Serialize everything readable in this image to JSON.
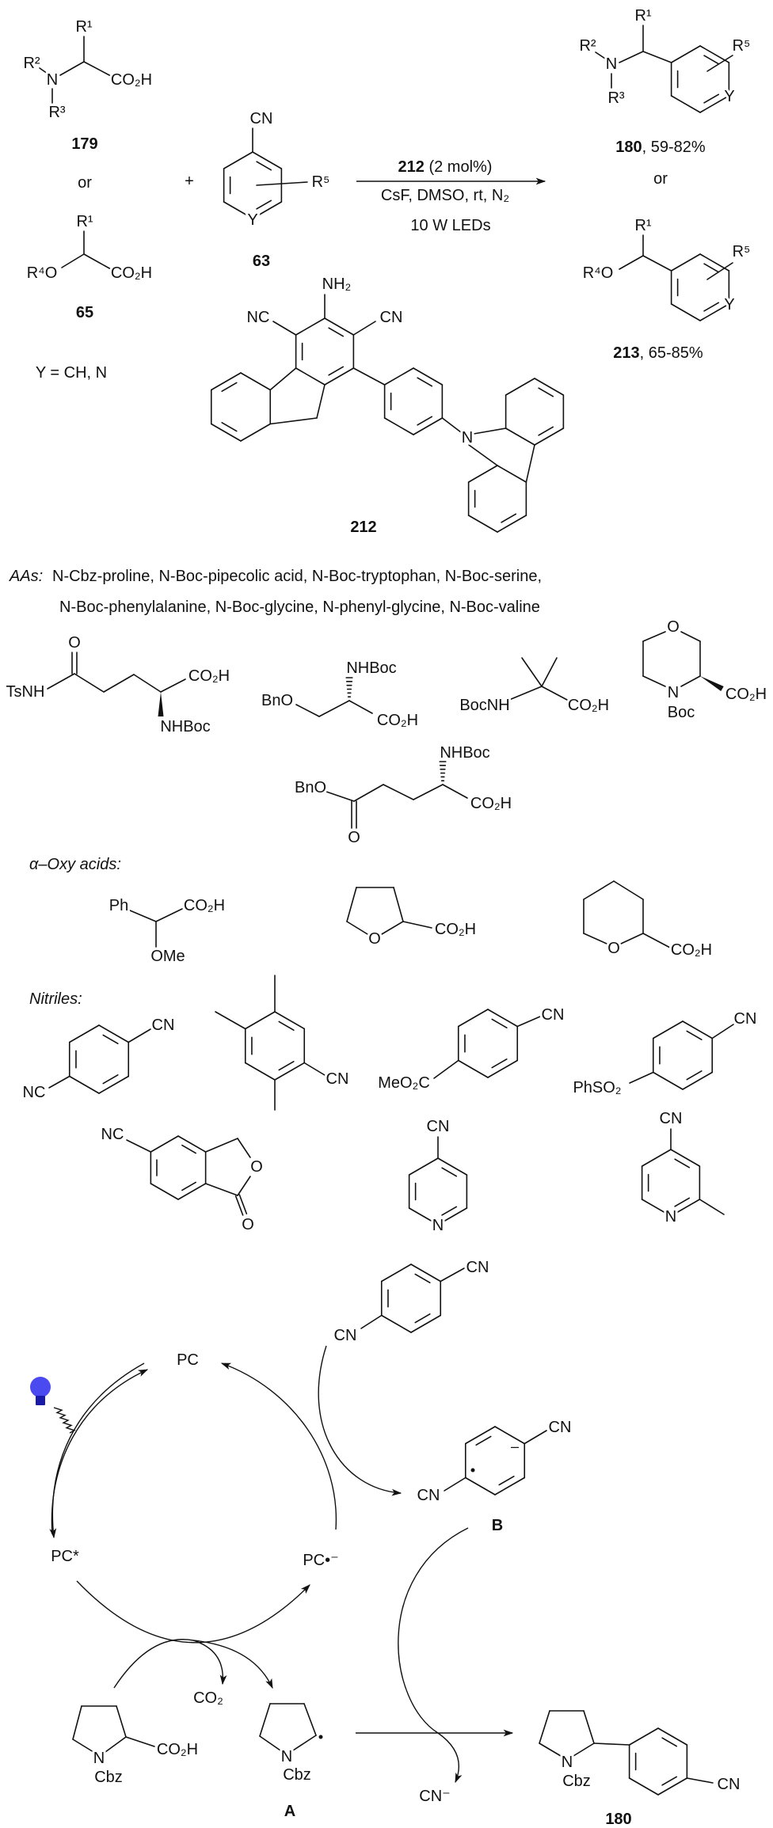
{
  "scheme": {
    "amino_acid": {
      "r1": "R¹",
      "r2": "R²",
      "n": "N",
      "r3": "R³",
      "acid": "CO₂H",
      "label": "179"
    },
    "or_1": "or",
    "oxy_acid": {
      "r1": "R¹",
      "r4o": "R⁴O",
      "acid": "CO₂H",
      "label": "65"
    },
    "y_definition": "Y = CH, N",
    "plus": "+",
    "nitrile": {
      "cn": "CN",
      "r5": "R⁵",
      "y": "Y",
      "label": "63"
    },
    "conditions": {
      "catalyst": "212",
      "loading": " (2 mol%)",
      "reagents": "CsF,  DMSO, rt, N₂",
      "light": "10 W LEDs"
    },
    "product_amine": {
      "r1": "R¹",
      "r2": "R²",
      "n": "N",
      "r3": "R³",
      "r5": "R⁵",
      "y": "Y",
      "label": "180",
      "yield": ", 59-82%"
    },
    "or_2": "or",
    "product_ether": {
      "r1": "R¹",
      "r4o": "R⁴O",
      "r5": "R⁵",
      "y": "Y",
      "label": "213",
      "yield": ", 65-85%"
    },
    "catalyst": {
      "nh2": "NH₂",
      "nc": "NC",
      "cn": "CN",
      "n": "N",
      "label": "212"
    }
  },
  "scope": {
    "aas_heading": "AAs:",
    "aas_line1": "N-Cbz-proline, N-Boc-pipecolic acid, N-Boc-tryptophan, N-Boc-serine,",
    "aas_line2": "N-Boc-phenylalanine, N-Boc-glycine, N-phenyl-glycine, N-Boc-valine",
    "gln": {
      "tsnh": "TsNH",
      "o": "O",
      "acid": "CO₂H",
      "nhboc": "NHBoc"
    },
    "ser": {
      "bno": "BnO",
      "nhboc": "NHBoc",
      "acid": "CO₂H"
    },
    "aib": {
      "bocnh": "BocNH",
      "acid": "CO₂H"
    },
    "morpholine": {
      "o": "O",
      "n": "N",
      "boc": "Boc",
      "acid": "CO₂H"
    },
    "glu": {
      "nhboc": "NHBoc",
      "bno": "BnO",
      "acid": "CO₂H",
      "o": "O"
    },
    "oxy_heading": "α–Oxy acids:",
    "methoxy": {
      "ph": "Ph",
      "acid": "CO₂H",
      "ome": "OMe"
    },
    "thf": {
      "o": "O",
      "acid": "CO₂H"
    },
    "thp": {
      "o": "O",
      "acid": "CO₂H"
    },
    "nitriles_heading": "Nitriles:",
    "terephthalonitrile": {
      "cn": "CN",
      "nc": "NC"
    },
    "durene_nitrile": {
      "cn": "CN"
    },
    "ester_nitrile": {
      "cn": "CN",
      "meo2c": "MeO₂C"
    },
    "sulfone_nitrile": {
      "cn": "CN",
      "phso2": "PhSO₂"
    },
    "phthalide_nitrile": {
      "nc": "NC",
      "o_ring": "O",
      "o_carbonyl": "O"
    },
    "pyridine_nitrile": {
      "cn": "CN",
      "n": "N"
    },
    "methylpyridine_nitrile": {
      "cn": "CN",
      "n": "N"
    }
  },
  "mechanism": {
    "pc": "PC",
    "pc_excited": "PC*",
    "pc_radical_anion": "PC•⁻",
    "dicyanobenzene": {
      "cn1": "CN",
      "cn2": "CN"
    },
    "intermediate_b": {
      "cn1": "CN",
      "cn2": "CN",
      "minus": "–",
      "label": "B"
    },
    "proline": {
      "n": "N",
      "cbz": "Cbz",
      "acid": "CO₂H"
    },
    "co2": "CO₂",
    "radical_a": {
      "n": "N",
      "cbz": "Cbz",
      "label": "A"
    },
    "cyanide": "CN⁻",
    "product": {
      "n": "N",
      "cbz": "Cbz",
      "cn": "CN",
      "label": "180"
    }
  },
  "colors": {
    "bulb": "#4a4af0",
    "bulb_base": "#1a1aa8"
  }
}
